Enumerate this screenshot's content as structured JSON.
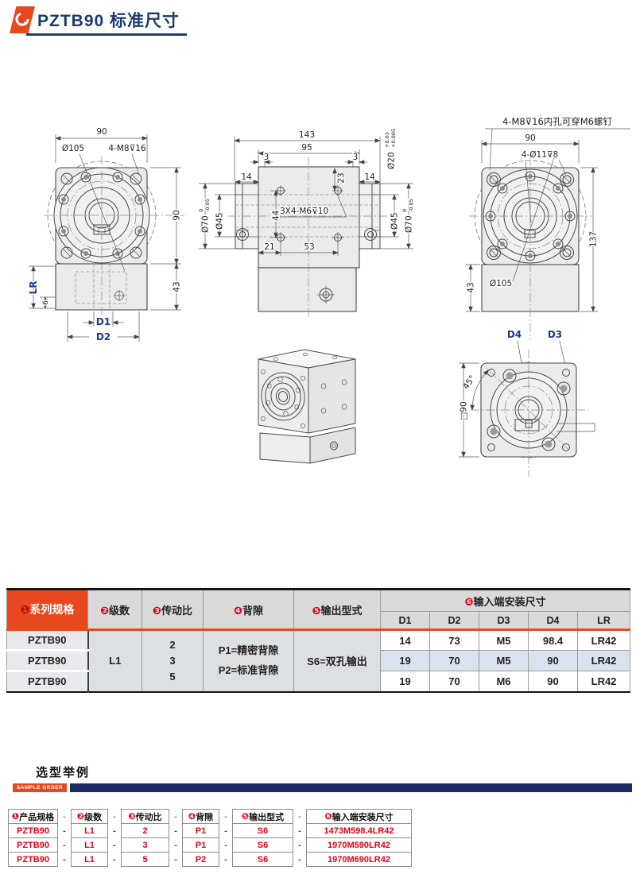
{
  "header": {
    "title": "PZTB90 标准尺寸"
  },
  "drawings": {
    "front": {
      "dim_width": "90",
      "dia_label": "Ø105",
      "bolt_label": "4-M8⊽16",
      "dim_height": "90",
      "dim_base": "43",
      "lr_label": "LR",
      "dim_step": "6",
      "d1": "D1",
      "d2": "D2"
    },
    "top": {
      "dim_total": "143",
      "dim_body": "95",
      "dim_offset_left": "3",
      "dim_offset_right": "3",
      "dim_hole_top": "23",
      "dim_hub_left": "14",
      "dim_hub_right": "14",
      "dia70": "Ø70",
      "tol70_upper": "0",
      "tol70_lower": "-0.05",
      "dia45": "Ø45",
      "dia20": "Ø20",
      "tol20_upper": "+0.03",
      "tol20_lower": "+0.005",
      "dim_holes_v": "44",
      "bolt_label": "3X4-M6⊽10",
      "dim_21": "21",
      "dim_53": "53"
    },
    "right": {
      "note": "4-M8⊽16内孔可穿M6螺钉",
      "dim_width": "90",
      "bolt_label": "4-Ø11⊽8",
      "dim_height": "137",
      "dim_base": "43",
      "dia_label": "Ø105"
    },
    "rear": {
      "d4": "D4",
      "d3": "D3",
      "angle": "45°",
      "square": "□90"
    }
  },
  "main_table": {
    "headers": [
      {
        "num": "❶",
        "label": "系列规格"
      },
      {
        "num": "❷",
        "label": "级数"
      },
      {
        "num": "❸",
        "label": "传动比"
      },
      {
        "num": "❹",
        "label": "背隙"
      },
      {
        "num": "❺",
        "label": "输出型式"
      },
      {
        "num": "❻",
        "label": "输入端安装尺寸"
      }
    ],
    "sub_headers": [
      "D1",
      "D2",
      "D3",
      "D4",
      "LR"
    ],
    "series": [
      "PZTB90",
      "PZTB90",
      "PZTB90"
    ],
    "stage": "L1",
    "ratios": [
      "2",
      "3",
      "5"
    ],
    "backlash": [
      "P1=精密背隙",
      "P2=标准背隙"
    ],
    "output": "S6=双孔输出",
    "dims": [
      [
        "14",
        "73",
        "M5",
        "98.4",
        "LR42"
      ],
      [
        "19",
        "70",
        "M5",
        "90",
        "LR42"
      ],
      [
        "19",
        "70",
        "M6",
        "90",
        "LR42"
      ]
    ]
  },
  "sample_section": {
    "title": "选型举例",
    "subtitle": "SAMPLE ORDER"
  },
  "sample_table": {
    "headers": [
      {
        "num": "❶",
        "label": "产品规格"
      },
      {
        "num": "❷",
        "label": "级数"
      },
      {
        "num": "❸",
        "label": "传动比"
      },
      {
        "num": "❹",
        "label": "背隙"
      },
      {
        "num": "❺",
        "label": "输出型式"
      },
      {
        "num": "❻",
        "label": "输入端安装尺寸"
      }
    ],
    "dash": "-",
    "rows": [
      [
        "PZTB90",
        "L1",
        "2",
        "P1",
        "S6",
        "1473M598.4LR42"
      ],
      [
        "PZTB90",
        "L1",
        "3",
        "P1",
        "S6",
        "1970M590LR42"
      ],
      [
        "PZTB90",
        "L1",
        "5",
        "P2",
        "S6",
        "1970M690LR42"
      ]
    ]
  }
}
